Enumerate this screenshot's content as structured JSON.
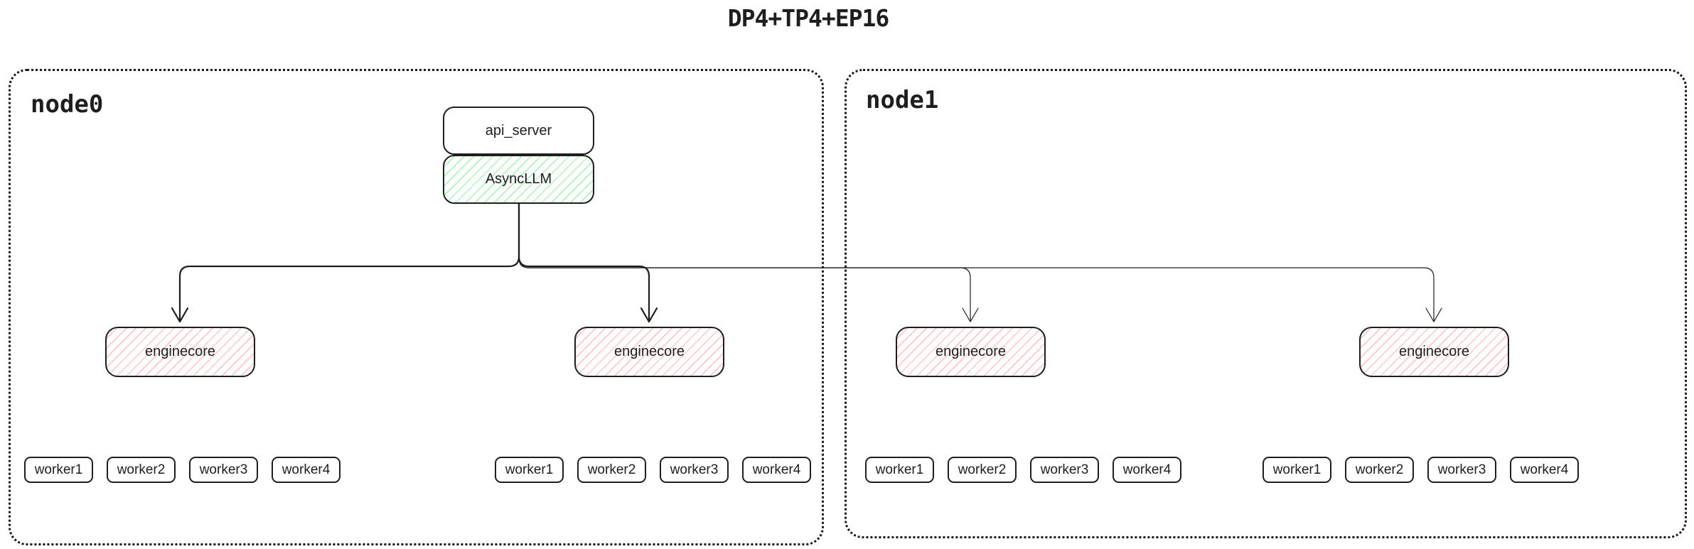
{
  "title": "DP4+TP4+EP16",
  "colors": {
    "stroke": "#1e1e1e",
    "green_hatch": "#b2f2bb",
    "red_hatch": "#ffc9c9",
    "background": "#ffffff"
  },
  "nodes": [
    {
      "label": "node0",
      "stack": {
        "api_server": "api_server",
        "async_llm": "AsyncLLM"
      },
      "enginecores": [
        "enginecore",
        "enginecore"
      ],
      "worker_groups": [
        [
          "worker1",
          "worker2",
          "worker3",
          "worker4"
        ],
        [
          "worker1",
          "worker2",
          "worker3",
          "worker4"
        ]
      ]
    },
    {
      "label": "node1",
      "enginecores": [
        "enginecore",
        "enginecore"
      ],
      "worker_groups": [
        [
          "worker1",
          "worker2",
          "worker3",
          "worker4"
        ],
        [
          "worker1",
          "worker2",
          "worker3",
          "worker4"
        ]
      ]
    }
  ]
}
